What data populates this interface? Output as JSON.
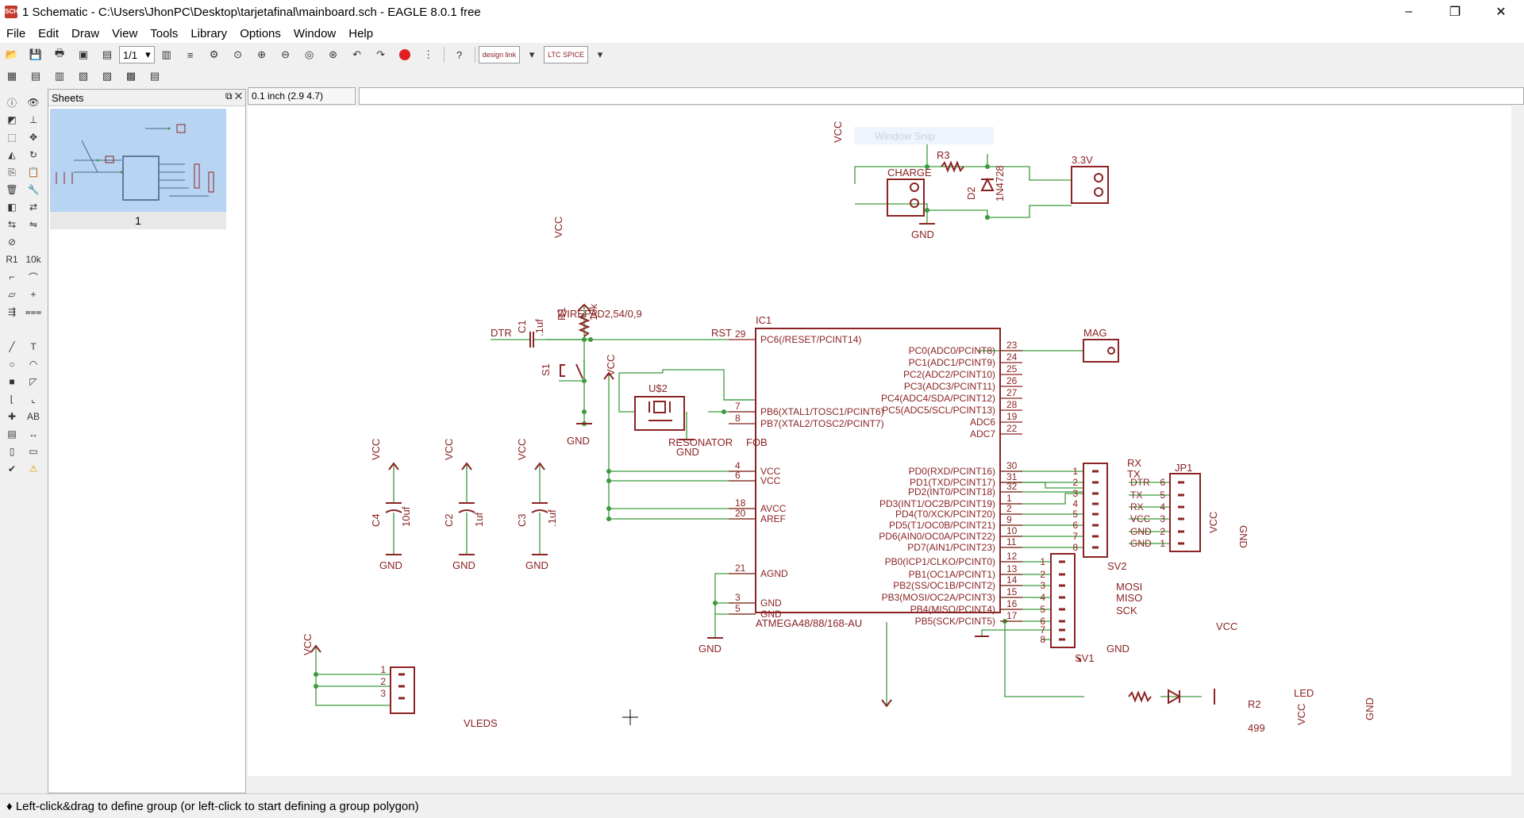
{
  "window": {
    "title": "1 Schematic - C:\\Users\\JhonPC\\Desktop\\tarjetafinal\\mainboard.sch - EAGLE 8.0.1 free",
    "app_icon_text": "SCH",
    "minimize": "–",
    "maximize": "❐",
    "close": "✕"
  },
  "menu": [
    "File",
    "Edit",
    "Draw",
    "View",
    "Tools",
    "Library",
    "Options",
    "Window",
    "Help"
  ],
  "toolbar": {
    "sheet_select": "1/1",
    "design_link": "design link",
    "ltspice": "LTC SPICE"
  },
  "sheets_panel": {
    "title": "Sheets",
    "thumb_label": "1"
  },
  "command": {
    "coordinate": "0.1 inch (2.9 4.7)"
  },
  "status": {
    "text": "♦ Left-click&drag to define group (or left-click to start defining a group polygon)"
  },
  "schematic": {
    "overlay": "Window Snip",
    "vcc": "VCC",
    "gnd": "GND",
    "r3": "R3",
    "d2": "D2",
    "d2_val": "1N4728",
    "charge": "CHARGE",
    "v33": "3.3V",
    "c1": "C1",
    "c1_val": ".1uf",
    "r1": "R1",
    "r1_val": "10k",
    "wirepad": "WIREPAD2,54/0,9",
    "dtr": "DTR",
    "rst": "RST",
    "s1": "S1",
    "u2": "U$2",
    "resonator": "RESONATOR",
    "resonator_val": "FOB",
    "ic1": "IC1",
    "ic1_val": "ATMEGA48/88/168-AU",
    "mag": "MAG",
    "c4": "C4",
    "c4_val": "10uf",
    "c2": "C2",
    "c2_val": "1uf",
    "c3": "C3",
    "c3_val": ".1uf",
    "vleds": "VLEDS",
    "sv1": "SV1",
    "sv2": "SV2",
    "jp1": "JP1",
    "r2": "R2",
    "r2_val": "499",
    "led": "LED",
    "rx": "RX",
    "tx": "TX",
    "mosi": "MOSI",
    "miso": "MISO",
    "sck": "SCK",
    "ic_left": [
      {
        "pin": "29",
        "name": "PC6(/RESET/PCINT14)"
      },
      {
        "pin": "7",
        "name": "PB6(XTAL1/TOSC1/PCINT6)"
      },
      {
        "pin": "8",
        "name": "PB7(XTAL2/TOSC2/PCINT7)"
      },
      {
        "pin": "4",
        "name": "VCC"
      },
      {
        "pin": "6",
        "name": "VCC"
      },
      {
        "pin": "18",
        "name": "AVCC"
      },
      {
        "pin": "20",
        "name": "AREF"
      },
      {
        "pin": "21",
        "name": "AGND"
      },
      {
        "pin": "3",
        "name": "GND"
      },
      {
        "pin": "5",
        "name": "GND"
      }
    ],
    "ic_right": [
      {
        "pin": "23",
        "name": "PC0(ADC0/PCINT8)"
      },
      {
        "pin": "24",
        "name": "PC1(ADC1/PCINT9)"
      },
      {
        "pin": "25",
        "name": "PC2(ADC2/PCINT10)"
      },
      {
        "pin": "26",
        "name": "PC3(ADC3/PCINT11)"
      },
      {
        "pin": "27",
        "name": "PC4(ADC4/SDA/PCINT12)"
      },
      {
        "pin": "28",
        "name": "PC5(ADC5/SCL/PCINT13)"
      },
      {
        "pin": "19",
        "name": "ADC6"
      },
      {
        "pin": "22",
        "name": "ADC7"
      },
      {
        "pin": "30",
        "name": "PD0(RXD/PCINT16)"
      },
      {
        "pin": "31",
        "name": "PD1(TXD/PCINT17)"
      },
      {
        "pin": "32",
        "name": "PD2(INT0/PCINT18)"
      },
      {
        "pin": "1",
        "name": "PD3(INT1/OC2B/PCINT19)"
      },
      {
        "pin": "2",
        "name": "PD4(T0/XCK/PCINT20)"
      },
      {
        "pin": "9",
        "name": "PD5(T1/OC0B/PCINT21)"
      },
      {
        "pin": "10",
        "name": "PD6(AIN0/OC0A/PCINT22)"
      },
      {
        "pin": "11",
        "name": "PD7(AIN1/PCINT23)"
      },
      {
        "pin": "12",
        "name": "PB0(ICP1/CLKO/PCINT0)"
      },
      {
        "pin": "13",
        "name": "PB1(OC1A/PCINT1)"
      },
      {
        "pin": "14",
        "name": "PB2(SS/OC1B/PCINT2)"
      },
      {
        "pin": "15",
        "name": "PB3(MOSI/OC2A/PCINT3)"
      },
      {
        "pin": "16",
        "name": "PB4(MISO/PCINT4)"
      },
      {
        "pin": "17",
        "name": "PB5(SCK/PCINT5)"
      }
    ],
    "jp1_labels": [
      {
        "name": "DTR",
        "pin": "6"
      },
      {
        "name": "TX",
        "pin": "5"
      },
      {
        "name": "RX",
        "pin": "4"
      },
      {
        "name": "VCC",
        "pin": "3"
      },
      {
        "name": "GND",
        "pin": "2"
      },
      {
        "name": "GND",
        "pin": "1"
      }
    ],
    "sv2_pins": [
      "1",
      "2",
      "3",
      "4",
      "5",
      "6",
      "7",
      "8"
    ],
    "sv1_pins": [
      "1",
      "2",
      "3",
      "4",
      "5",
      "6",
      "7",
      "8"
    ],
    "vleds_pins": [
      "1",
      "2",
      "3"
    ]
  },
  "colors": {
    "component": "#8b2323",
    "net": "#3c9a3c",
    "junction": "#3c9a3c",
    "selection": "#b7d4f2"
  }
}
